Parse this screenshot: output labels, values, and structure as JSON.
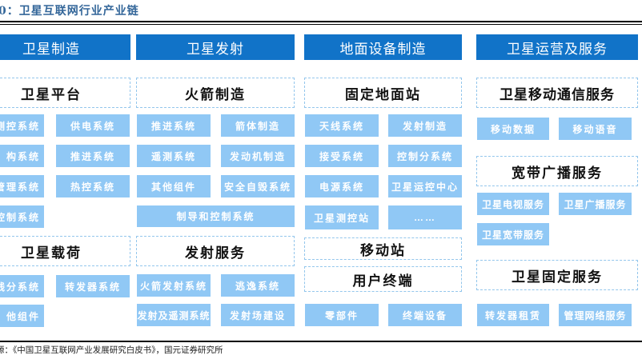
{
  "figure_title": "0：卫星互联网行业产业链",
  "source_note": "源：《中国卫星互联网产业发展研究白皮书》，国元证券研究所",
  "colors": {
    "header_bg": "#1173C8",
    "item_bg": "#90C8F5",
    "title_blue": "#336699",
    "dashed_border": "#93C6EC",
    "rule": "#000000"
  },
  "columns": [
    {
      "header": "卫星制造",
      "sections": [
        {
          "title": "卫星平台",
          "items": [
            "测控系统",
            "供电系统",
            "构系统",
            "推进系统",
            "管理系统",
            "热控系统",
            "控制系统"
          ]
        },
        {
          "title": "卫星载荷",
          "items": [
            "线分系统",
            "转发器系统",
            "他组件"
          ]
        }
      ]
    },
    {
      "header": "卫星发射",
      "sections": [
        {
          "title": "火箭制造",
          "items": [
            "推进系统",
            "箭体制造",
            "遥测系统",
            "发动机制造",
            "其他组件",
            "安全自毁系统",
            "制导和控制系统"
          ]
        },
        {
          "title": "发射服务",
          "items": [
            "火箭发射系统",
            "逃逸系统",
            "发射及遥测系统",
            "发射场建设"
          ]
        }
      ]
    },
    {
      "header": "地面设备制造",
      "sections": [
        {
          "title": "固定地面站",
          "items": [
            "天线系统",
            "发射制造",
            "接受系统",
            "控制分系统",
            "电源系统",
            "卫星运控中心",
            "卫星测控站",
            "……"
          ]
        },
        {
          "title": "移动站",
          "items": []
        },
        {
          "title": "用户终端",
          "items": [
            "零部件",
            "终端设备"
          ]
        }
      ]
    },
    {
      "header": "卫星运营及服务",
      "sections": [
        {
          "title": "卫星移动通信服务",
          "items": [
            "移动数据",
            "移动语音"
          ]
        },
        {
          "title": "宽带广播服务",
          "items": [
            "卫星电视服务",
            "卫星广播服务",
            "卫星宽带服务"
          ]
        },
        {
          "title": "卫星固定服务",
          "items": [
            "转发器租赁",
            "管理网络服务"
          ]
        }
      ]
    }
  ]
}
